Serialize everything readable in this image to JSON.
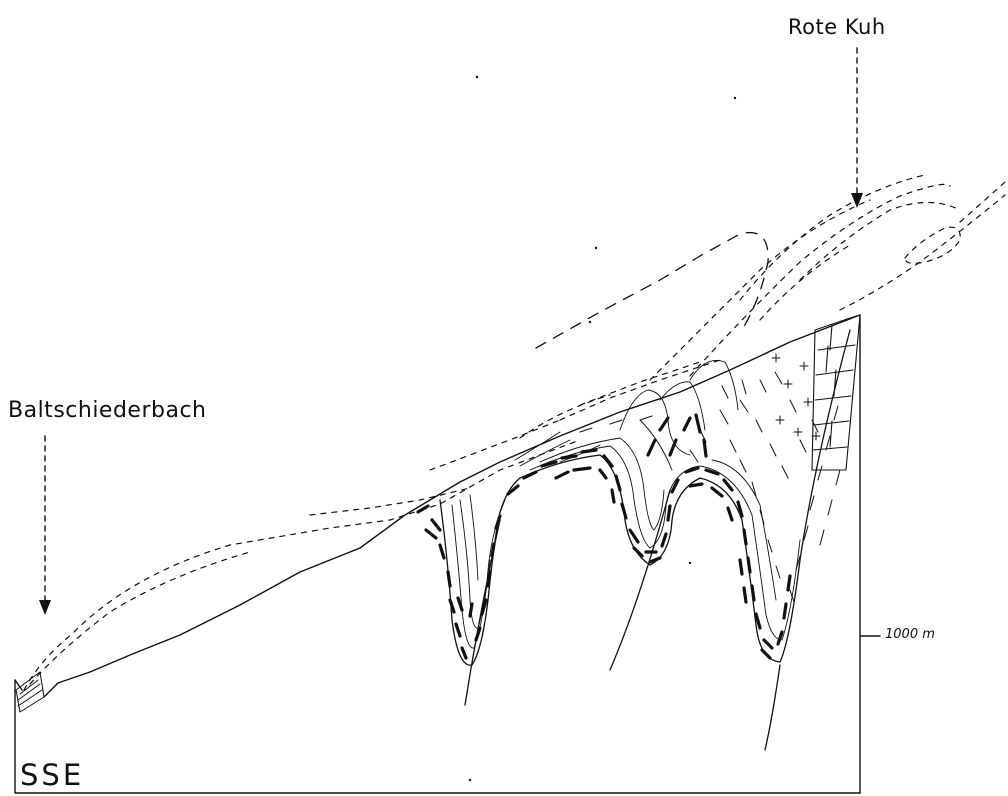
{
  "labels": {
    "rote_kuh": "Rote Kuh",
    "baltschiederbach": "Baltschiederbach",
    "direction": "SSE",
    "scale": "1000 m"
  },
  "colors": {
    "ink": "#111111",
    "paper": "#ffffff"
  }
}
